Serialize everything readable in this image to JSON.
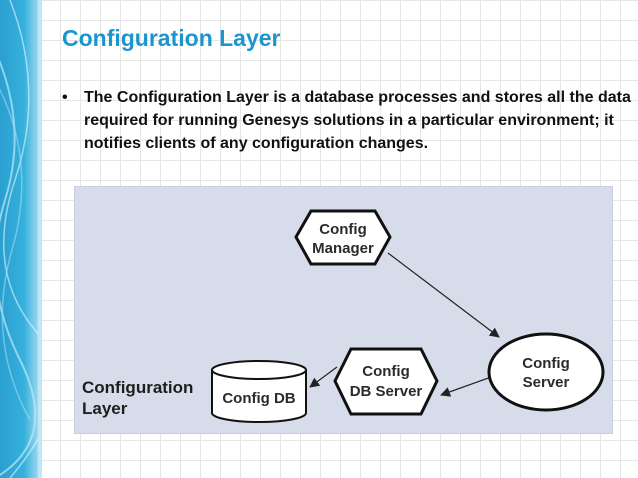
{
  "slide": {
    "title": "Configuration Layer",
    "bullet_marker": "•",
    "bullet_text": "The Configuration Layer is a database processes and stores all the data required for running Genesys solutions in a particular environment; it notifies clients of any configuration changes."
  },
  "diagram": {
    "layer_label_line1": "Configuration",
    "layer_label_line2": "Layer",
    "nodes": {
      "config_manager": {
        "line1": "Config",
        "line2": "Manager"
      },
      "config_server": {
        "line1": "Config",
        "line2": "Server"
      },
      "config_db_server": {
        "line1": "Config",
        "line2": "DB Server"
      },
      "config_db": {
        "line1": "Config DB"
      }
    },
    "edges": [
      {
        "from": "Config Manager",
        "to": "Config Server"
      },
      {
        "from": "Config Server",
        "to": "Config DB Server"
      },
      {
        "from": "Config DB Server",
        "to": "Config DB"
      }
    ]
  }
}
